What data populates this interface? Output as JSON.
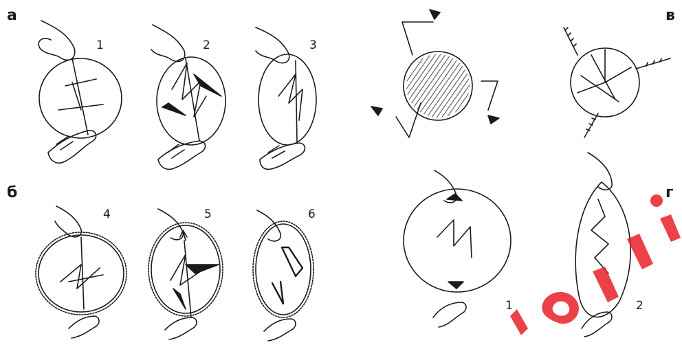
{
  "section_labels": {
    "a": "а",
    "b": "б",
    "v": "в",
    "g": "г"
  },
  "step_numbers": {
    "s1": "1",
    "s2": "2",
    "s3": "3",
    "s4": "4",
    "s5": "5",
    "s6": "6",
    "g1": "1",
    "g2": "2"
  },
  "colors": {
    "ink": "#1a1a1a",
    "watermark": "#e8202a"
  },
  "watermark_text": "",
  "icons": [
    "hand-icon",
    "arrow-icon",
    "retractor-icon"
  ]
}
